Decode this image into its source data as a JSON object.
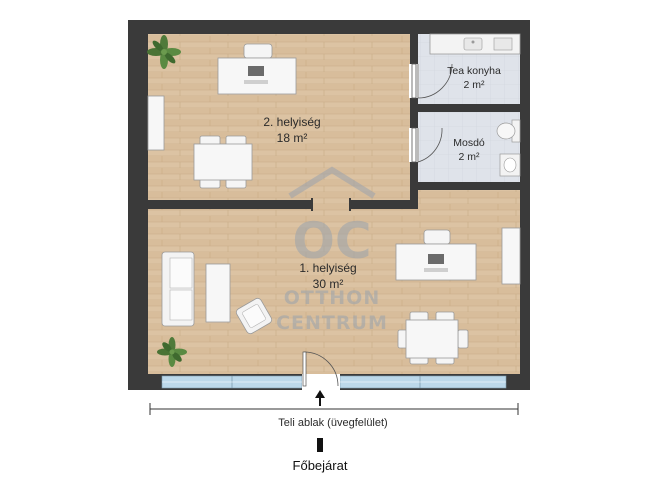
{
  "rooms": {
    "room1": {
      "name": "1. helyiség",
      "area": "30 m²"
    },
    "room2": {
      "name": "2. helyiség",
      "area": "18 m²"
    },
    "kitchen": {
      "name": "Tea konyha",
      "area": "2 m²"
    },
    "bathroom": {
      "name": "Mosdó",
      "area": "2 m²"
    }
  },
  "watermark": {
    "letters": "OC",
    "line1": "OTTHON",
    "line2": "CENTRUM"
  },
  "dimension": {
    "label": "Teli ablak (üvegfelület)"
  },
  "entrance": {
    "label": "Főbejárat"
  },
  "colors": {
    "wall": "#3a3a3a",
    "floor": "#dcc3a3",
    "tile": "#dfe3ea",
    "glass": "#bcd8ea"
  }
}
